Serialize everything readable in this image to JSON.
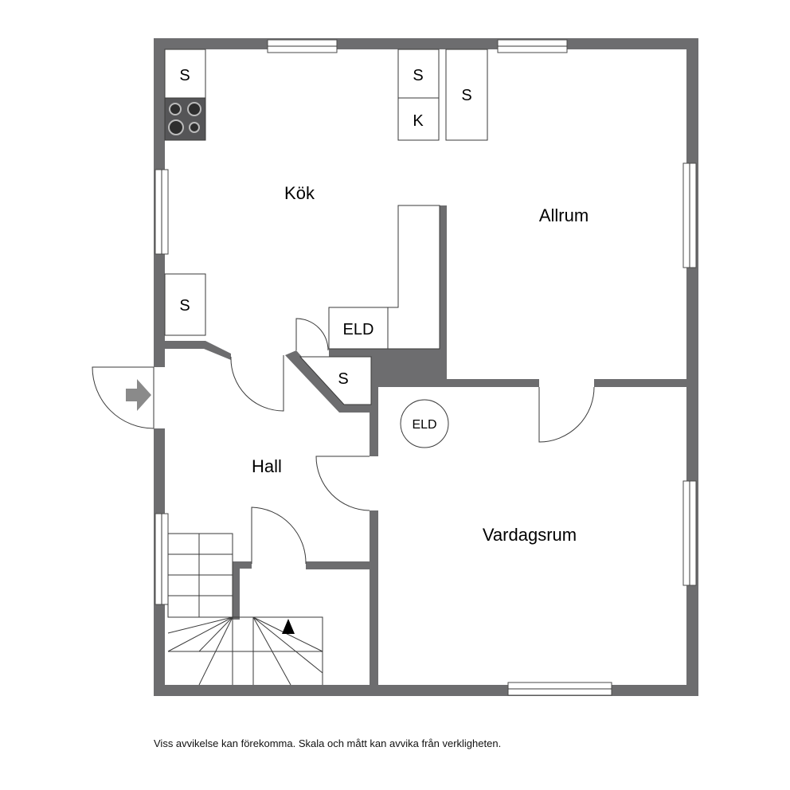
{
  "rooms": {
    "kok": "Kök",
    "allrum": "Allrum",
    "hall": "Hall",
    "vardagsrum": "Vardagsrum"
  },
  "fixtures": {
    "s": "S",
    "k": "K",
    "eld": "ELD"
  },
  "disclaimer": "Viss avvikelse kan förekomma. Skala och mått kan avvika från verkligheten.",
  "colors": {
    "wall": "#6d6d6f",
    "entry_arrow": "#8a8a8a"
  },
  "icons": [
    "stove-icon",
    "entry-arrow-icon",
    "stair-direction-arrow-icon",
    "fireplace-icon"
  ]
}
